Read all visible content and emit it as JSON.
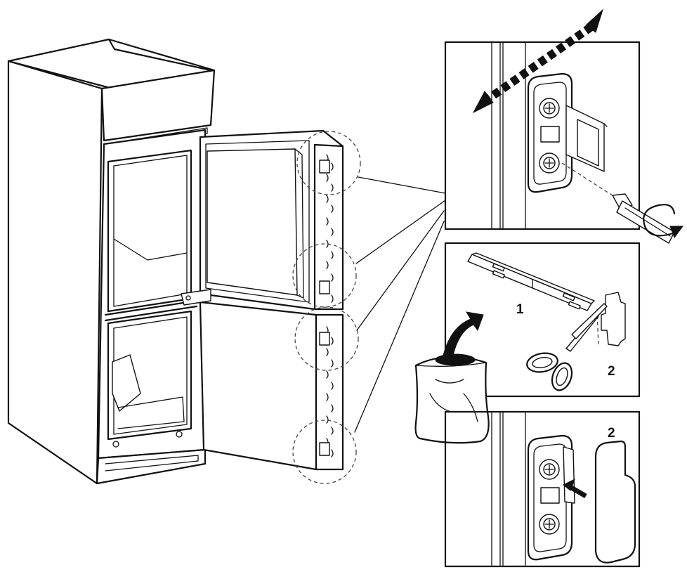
{
  "figure": {
    "labels": {
      "part_one": "1",
      "part_two_cut": "2",
      "part_two_cover": "2"
    },
    "colors": {
      "line": "#111111",
      "shade": "#d9d9d9",
      "background": "#ffffff"
    },
    "icons": [
      "screwdriver-icon",
      "scissors-icon",
      "waste-bag-icon",
      "rotation-arrow-icon",
      "push-arrow-icon",
      "double-arrow-icon"
    ]
  }
}
